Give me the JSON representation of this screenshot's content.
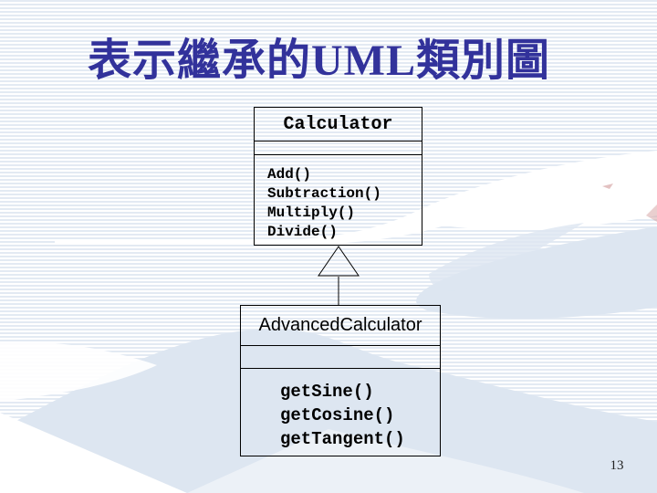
{
  "slide": {
    "title": "表示繼承的UML類別圖",
    "page_number": "13"
  },
  "diagram": {
    "parent_class": {
      "name": "Calculator",
      "attributes": [],
      "methods": [
        "Add()",
        "Subtraction()",
        "Multiply()",
        "Divide()"
      ]
    },
    "child_class": {
      "name": "AdvancedCalculator",
      "attributes": [],
      "methods": [
        "getSine()",
        "getCosine()",
        "getTangent()"
      ]
    },
    "relationship": "inheritance",
    "arrow_icon": "hollow-triangle-up"
  },
  "colors": {
    "title_text": "#32329b",
    "box_border": "#000000",
    "box_text": "#000000",
    "background_stripe": "#e3eaf3",
    "background_white": "#ffffff",
    "wave_fill": "#dde6f1",
    "page_number_text": "#222222"
  }
}
